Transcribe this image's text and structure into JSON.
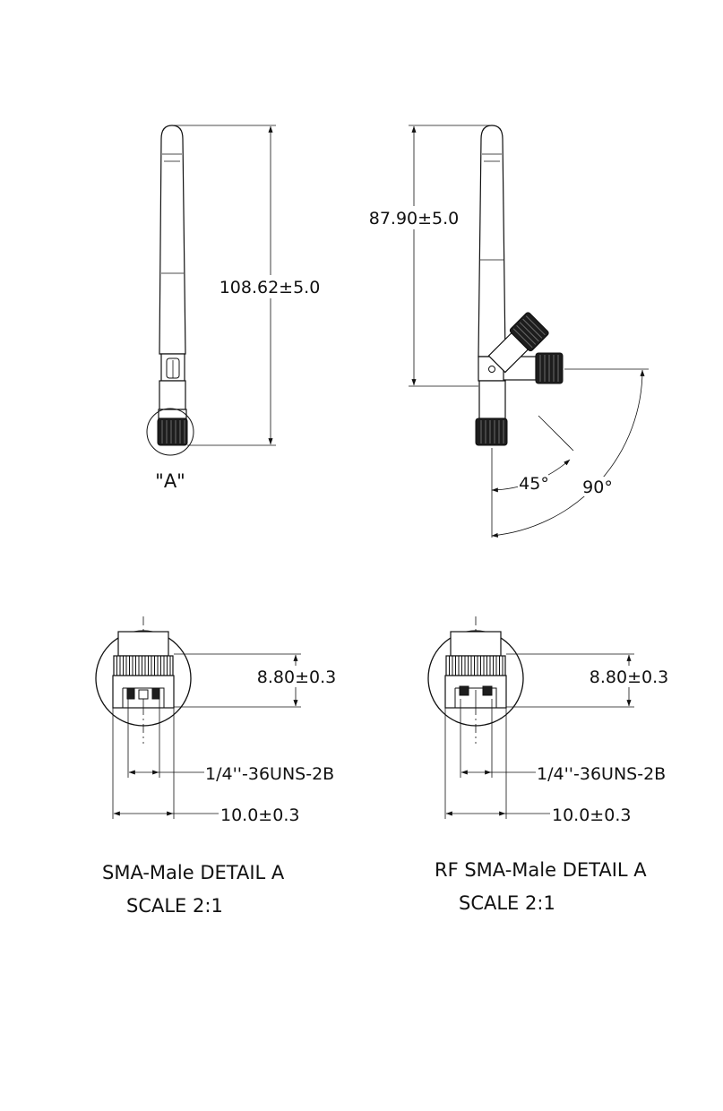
{
  "views": {
    "straight": {
      "length_dim": "108.62±5.0",
      "detail_marker": "\"A\""
    },
    "angled": {
      "length_dim": "87.90±5.0",
      "angle_1": "45°",
      "angle_2": "90°"
    }
  },
  "details": [
    {
      "height_dim": "8.80±0.3",
      "thread_dim": "1/4''-36UNS-2B",
      "width_dim": "10.0±0.3",
      "caption": "SMA-Male DETAIL A",
      "scale": "SCALE 2:1"
    },
    {
      "height_dim": "8.80±0.3",
      "thread_dim": "1/4''-36UNS-2B",
      "width_dim": "10.0±0.3",
      "caption": "RF SMA-Male DETAIL A",
      "scale": "SCALE 2:1"
    }
  ]
}
